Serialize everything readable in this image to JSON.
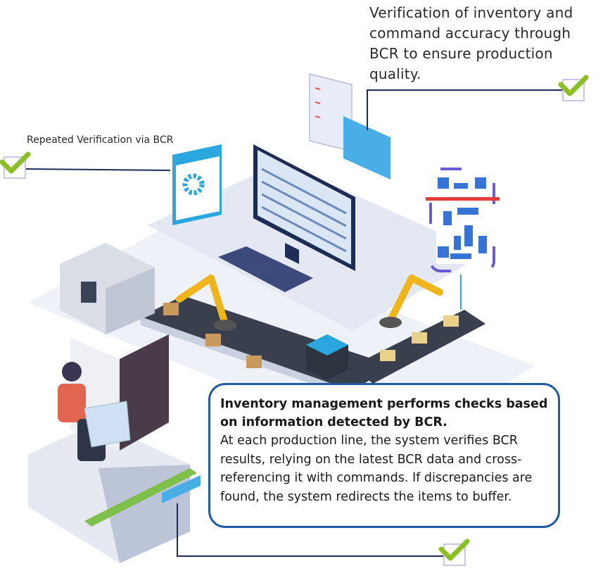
{
  "callouts": {
    "top": "Verification of inventory and command accuracy through BCR to ensure production quality.",
    "left": "Repeated Verification via BCR",
    "box_title": "Inventory management performs checks based on information detected by BCR.",
    "box_body": "At each production line, the system verifies BCR results, relying on the latest BCR data and cross-referencing it with commands. If discrepancies are found, the system redirects the items to buffer."
  },
  "colors": {
    "accent_blue": "#1f5aa3",
    "check_green": "#8cbf26",
    "line_navy": "#1c2c55"
  }
}
